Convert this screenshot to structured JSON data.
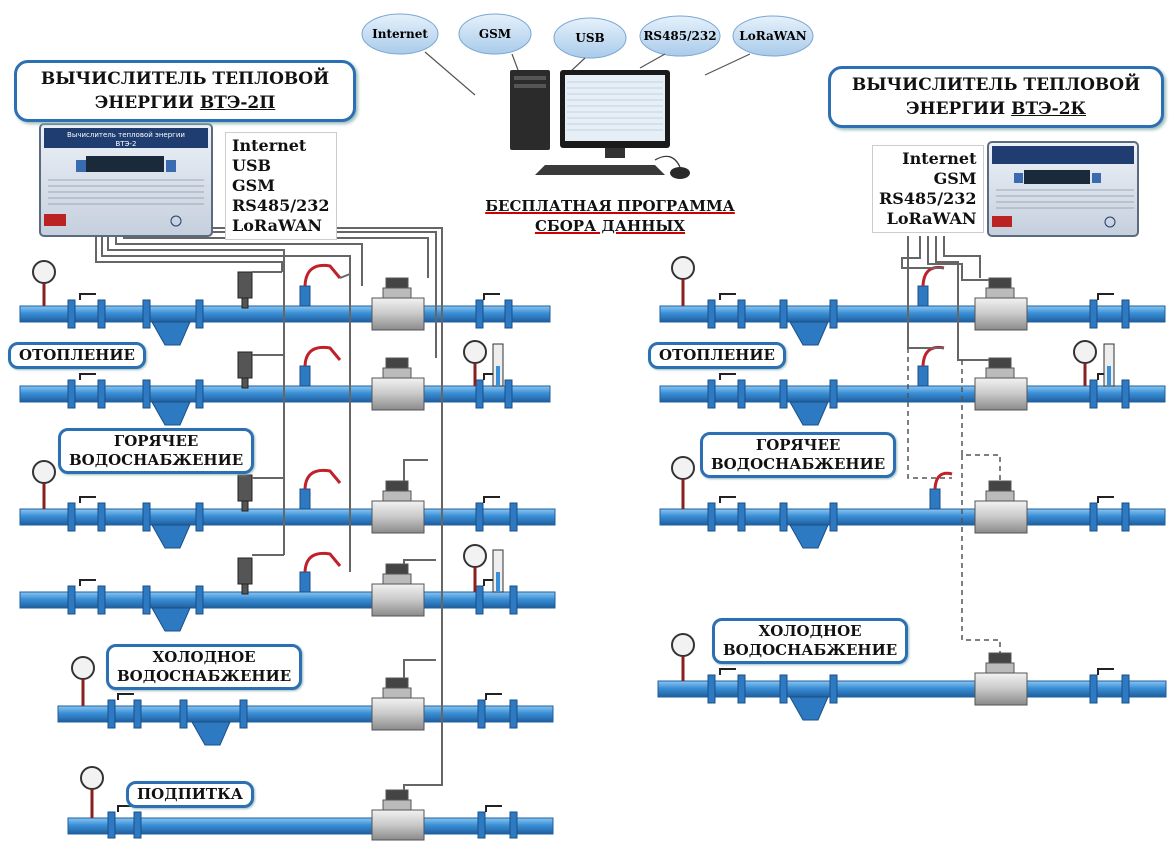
{
  "cloud_labels": [
    "Internet",
    "GSM",
    "USB",
    "RS485/232",
    "LoRaWAN"
  ],
  "left_header": {
    "line1": "ВЫЧИСЛИТЕЛЬ ТЕПЛОВОЙ",
    "line2_prefix": "ЭНЕРГИИ ",
    "line2_model": "ВТЭ-2П"
  },
  "right_header": {
    "line1": "ВЫЧИСЛИТЕЛЬ ТЕПЛОВОЙ",
    "line2_prefix": "ЭНЕРГИИ ",
    "line2_model": "ВТЭ-2К"
  },
  "left_interfaces": [
    "Internet",
    "USB",
    "GSM",
    "RS485/232",
    "LoRaWAN"
  ],
  "right_interfaces": [
    "Internet",
    "GSM",
    "RS485/232",
    "LoRaWAN"
  ],
  "program": {
    "line1": "БЕСПЛАТНАЯ ПРОГРАММА",
    "line2": "СБОРА ДАННЫХ"
  },
  "device": {
    "title_line1": "Вычислитель тепловой энергии",
    "title_line2": "ВТЭ-2"
  },
  "labels": {
    "heating": "ОТОПЛЕНИЕ",
    "hot_water_line1": "ГОРЯЧЕЕ",
    "hot_water_line2": "ВОДОСНАБЖЕНИЕ",
    "cold_water_line1": "ХОЛОДНОЕ",
    "cold_water_line2": "ВОДОСНАБЖЕНИЕ",
    "makeup": "ПОДПИТКА"
  },
  "colors": {
    "pipe": "#3a8fd6",
    "pipe_dark": "#1f5f9e",
    "frame": "#2d6fb3",
    "cable": "#666666",
    "sensor_cable": "#c0202a"
  }
}
